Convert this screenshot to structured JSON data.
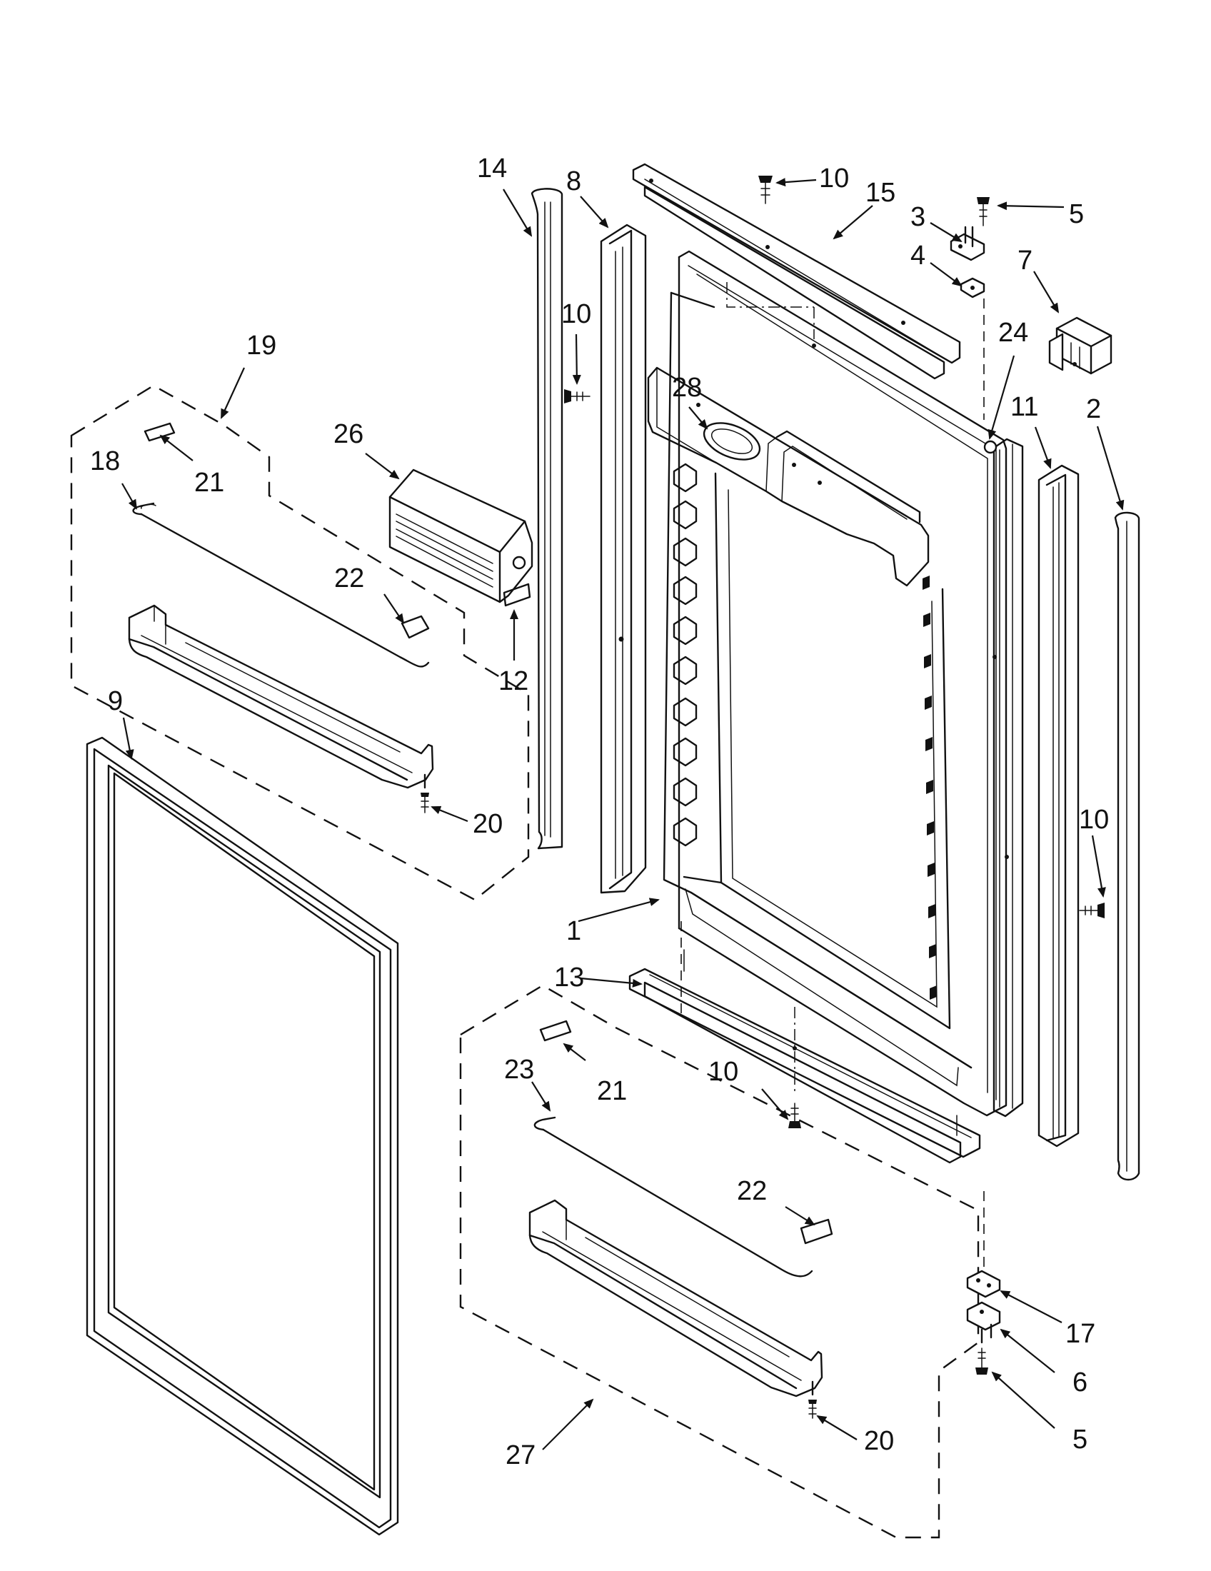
{
  "diagram": {
    "callouts": [
      {
        "id": "c1",
        "text": "1"
      },
      {
        "id": "c2",
        "text": "2"
      },
      {
        "id": "c3",
        "text": "3"
      },
      {
        "id": "c4",
        "text": "4"
      },
      {
        "id": "c5a",
        "text": "5"
      },
      {
        "id": "c5b",
        "text": "5"
      },
      {
        "id": "c6",
        "text": "6"
      },
      {
        "id": "c7",
        "text": "7"
      },
      {
        "id": "c8",
        "text": "8"
      },
      {
        "id": "c9",
        "text": "9"
      },
      {
        "id": "c10a",
        "text": "10"
      },
      {
        "id": "c10b",
        "text": "10"
      },
      {
        "id": "c10c",
        "text": "10"
      },
      {
        "id": "c10d",
        "text": "10"
      },
      {
        "id": "c11",
        "text": "11"
      },
      {
        "id": "c12",
        "text": "12"
      },
      {
        "id": "c13",
        "text": "13"
      },
      {
        "id": "c14",
        "text": "14"
      },
      {
        "id": "c15",
        "text": "15"
      },
      {
        "id": "c17",
        "text": "17"
      },
      {
        "id": "c18",
        "text": "18"
      },
      {
        "id": "c19",
        "text": "19"
      },
      {
        "id": "c20a",
        "text": "20"
      },
      {
        "id": "c20b",
        "text": "20"
      },
      {
        "id": "c21a",
        "text": "21"
      },
      {
        "id": "c21b",
        "text": "21"
      },
      {
        "id": "c22a",
        "text": "22"
      },
      {
        "id": "c22b",
        "text": "22"
      },
      {
        "id": "c23",
        "text": "23"
      },
      {
        "id": "c24",
        "text": "24"
      },
      {
        "id": "c26",
        "text": "26"
      },
      {
        "id": "c27",
        "text": "27"
      },
      {
        "id": "c28",
        "text": "28"
      }
    ]
  }
}
